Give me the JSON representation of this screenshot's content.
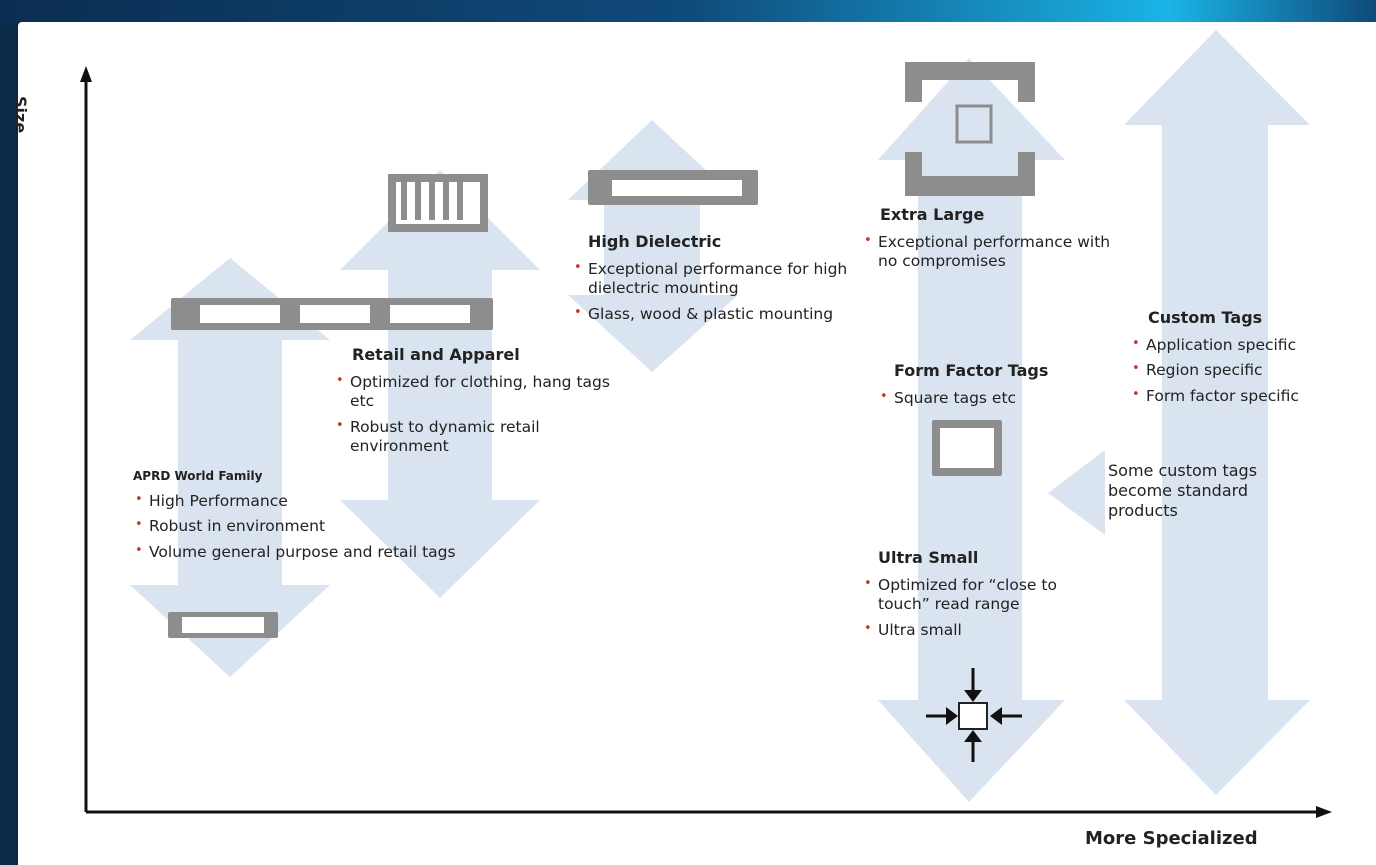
{
  "axis": {
    "y_label": "Size",
    "x_label": "More Specialized"
  },
  "blocks": {
    "aprd": {
      "title": "APRD World Family",
      "bullets": [
        "High Performance",
        "Robust in environment",
        "Volume general purpose and retail tags"
      ]
    },
    "retail": {
      "title": "Retail and Apparel",
      "bullets": [
        "Optimized for clothing, hang tags etc",
        "Robust to dynamic retail environment"
      ]
    },
    "dielectric": {
      "title": "High Dielectric",
      "bullets": [
        "Exceptional performance for high dielectric mounting",
        "Glass, wood & plastic mounting"
      ]
    },
    "xl": {
      "title": "Extra Large",
      "bullets": [
        "Exceptional performance with no compromises"
      ]
    },
    "form": {
      "title": "Form Factor Tags",
      "bullets": [
        "Square tags etc"
      ]
    },
    "ultra": {
      "title": "Ultra Small",
      "bullets": [
        "Optimized for “close to touch” read range",
        "Ultra small"
      ]
    },
    "custom": {
      "title": "Custom Tags",
      "bullets": [
        "Application specific",
        "Region specific",
        "Form factor specific"
      ]
    }
  },
  "note": "Some custom tags become standard products",
  "colors": {
    "arrow_fill": "#d6e1ef",
    "tag_gray": "#8d8d8d",
    "bullet_red": "#c0392b",
    "frame_blue": "#0a2a4a",
    "frame_cyan": "#1ab4e6"
  }
}
